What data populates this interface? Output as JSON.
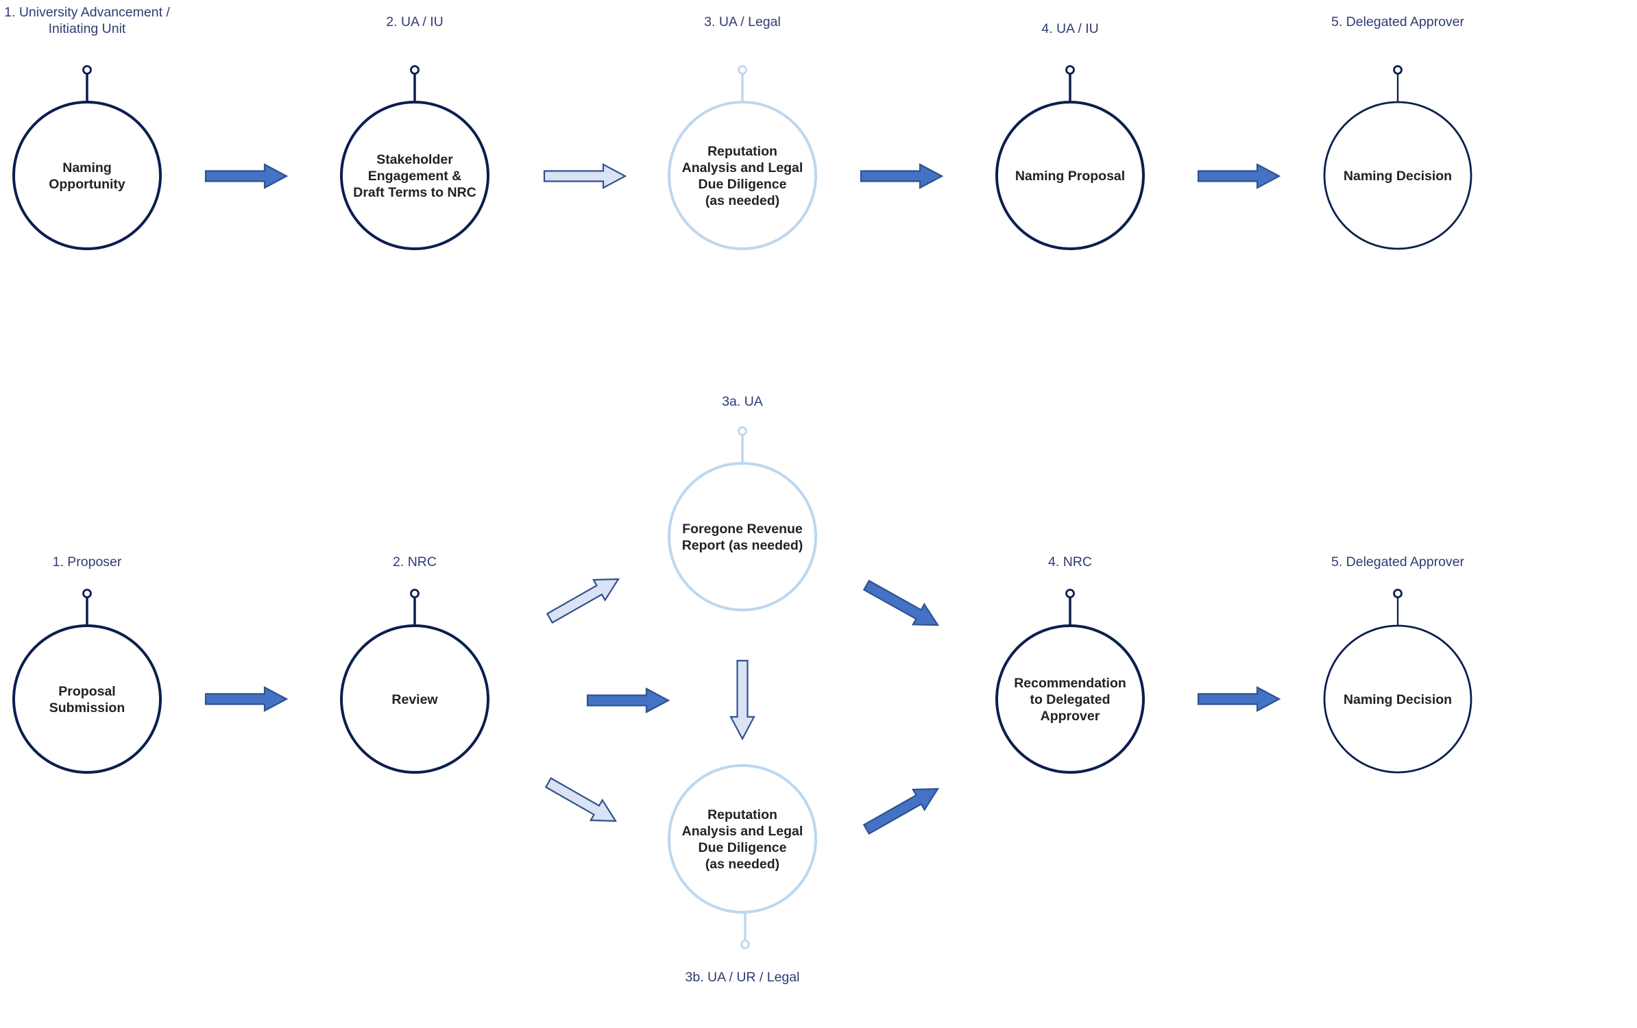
{
  "colors": {
    "dark_node": "#0a1f4e",
    "light_node": "#bdd7ee",
    "arrow_fill": "#4472c4",
    "arrow_stroke": "#2f528f",
    "hollow_arrow_fill": "#dae3f3",
    "label_text": "#2f3b74",
    "node_text": "#222222"
  },
  "top_flow": {
    "labels": [
      "1. University Advancement /\nInitiating Unit",
      "2. UA / IU",
      "3. UA / Legal",
      "4. UA / IU",
      "5. Delegated Approver"
    ],
    "nodes": [
      {
        "text": "Naming\nOpportunity",
        "style": "dark"
      },
      {
        "text": "Stakeholder\nEngagement &\nDraft Terms to NRC",
        "style": "dark"
      },
      {
        "text": "Reputation\nAnalysis and Legal\nDue Diligence\n(as needed)",
        "style": "light"
      },
      {
        "text": "Naming Proposal",
        "style": "dark"
      },
      {
        "text": "Naming Decision",
        "style": "dark-thin"
      }
    ],
    "arrows": [
      {
        "style": "solid"
      },
      {
        "style": "hollow"
      },
      {
        "style": "solid"
      },
      {
        "style": "solid"
      }
    ]
  },
  "bottom_flow": {
    "labels": [
      "1. Proposer",
      "2. NRC",
      "3a. UA",
      "3b. UA / UR / Legal",
      "4. NRC",
      "5. Delegated Approver"
    ],
    "nodes": [
      {
        "text": "Proposal\nSubmission",
        "style": "dark"
      },
      {
        "text": "Review",
        "style": "dark"
      },
      {
        "text": "Foregone Revenue\nReport (as needed)",
        "style": "light"
      },
      {
        "text": "Reputation\nAnalysis and Legal\nDue Diligence\n(as needed)",
        "style": "light"
      },
      {
        "text": "Recommendation\nto Delegated\nApprover",
        "style": "dark"
      },
      {
        "text": "Naming Decision",
        "style": "dark-thin"
      }
    ],
    "arrows": [
      {
        "from": "Proposal Submission",
        "to": "Review",
        "style": "solid"
      },
      {
        "from": "Review",
        "to": "Foregone Revenue Report",
        "style": "hollow"
      },
      {
        "from": "Review",
        "to": "Middle",
        "style": "solid"
      },
      {
        "from": "Review",
        "to": "Reputation Analysis",
        "style": "hollow"
      },
      {
        "from": "Foregone Revenue Report",
        "to": "Reputation Analysis",
        "style": "hollow"
      },
      {
        "from": "Foregone Revenue Report",
        "to": "Recommendation",
        "style": "solid"
      },
      {
        "from": "Reputation Analysis",
        "to": "Recommendation",
        "style": "solid"
      },
      {
        "from": "Recommendation",
        "to": "Naming Decision",
        "style": "solid"
      }
    ]
  }
}
